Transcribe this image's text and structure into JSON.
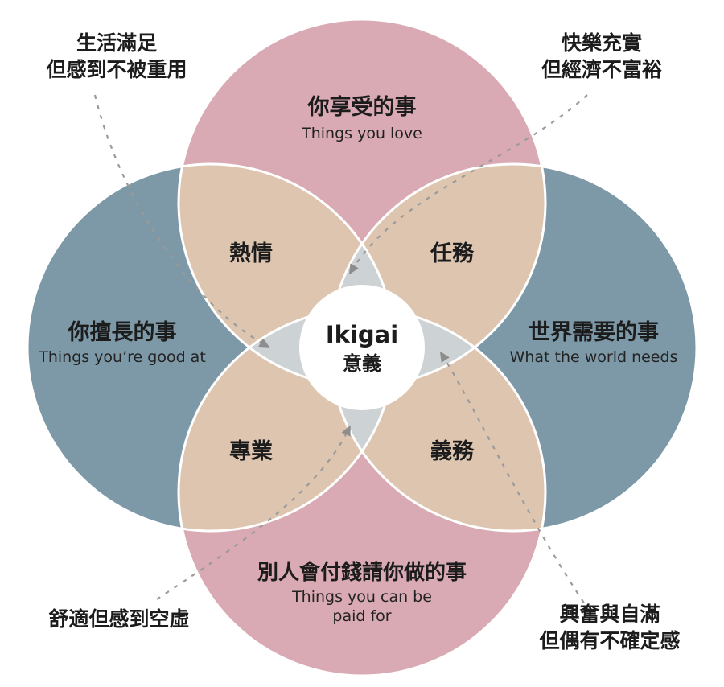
{
  "colors": {
    "pink": "#d9aab3",
    "blue": "#7d99a7",
    "beige": "#ddc5b0",
    "gray_overlap": "#cdd3d5",
    "white": "#ffffff",
    "dash": "#9a9a9a",
    "arrow": "#8d8d8d",
    "text": "#1c1c1c"
  },
  "circles": {
    "love": {
      "title": "你享受的事",
      "subtitle": "Things you love"
    },
    "good_at": {
      "title": "你擅長的事",
      "subtitle": "Things you’re good at"
    },
    "world_needs": {
      "title": "世界需要的事",
      "subtitle": "What the world needs"
    },
    "paid_for": {
      "title": "別人會付錢請你做的事",
      "subtitle_line1": "Things you can be",
      "subtitle_line2": "paid for"
    }
  },
  "overlaps": {
    "passion": "熱情",
    "mission": "任務",
    "profession": "專業",
    "vocation": "義務"
  },
  "center": {
    "title": "Ikigai",
    "subtitle": "意義"
  },
  "annotations": {
    "top_left": {
      "line1": "生活滿足",
      "line2": "但感到不被重用"
    },
    "top_right": {
      "line1": "快樂充實",
      "line2": "但經濟不富裕"
    },
    "bottom_left": {
      "line1": "舒適但感到空虛"
    },
    "bottom_right": {
      "line1": "興奮與自滿",
      "line2": "但偶有不確定感"
    }
  }
}
